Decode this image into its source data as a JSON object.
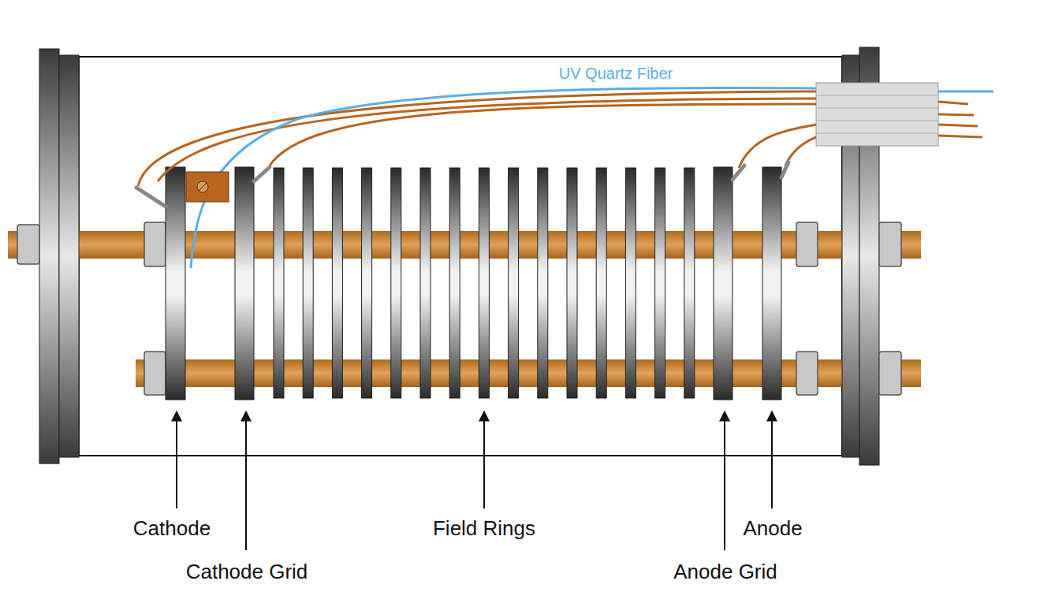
{
  "diagram": {
    "labels": [
      "UV Quartz Fiber",
      "Cathode",
      "Cathode Grid",
      "Field Rings",
      "Anode Grid",
      "Anode"
    ]
  }
}
